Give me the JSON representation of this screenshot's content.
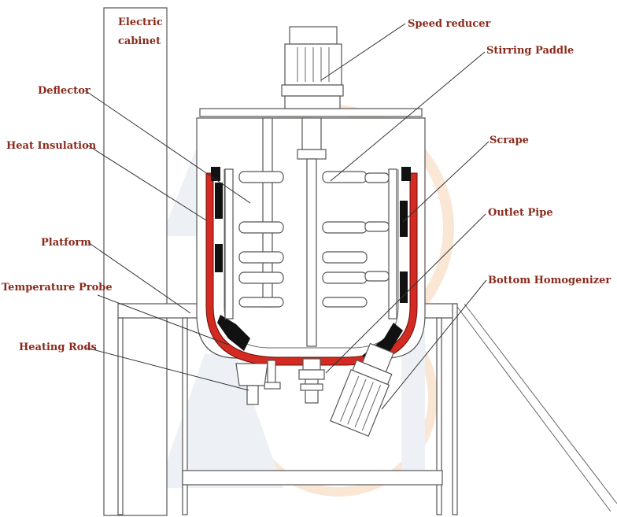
{
  "labels": {
    "electric_cabinet_1": "Electric",
    "electric_cabinet_2": "cabinet",
    "speed_reducer": "Speed reducer",
    "stirring_paddle": "Stirring Paddle",
    "deflector": "Deflector",
    "heat_insulation": "Heat Insulation",
    "scrape": "Scrape",
    "outlet_pipe": "Outlet Pipe",
    "platform": "Platform",
    "temperature_probe": "Temperature Probe",
    "bottom_homogenizer": "Bottom Homogenizer",
    "heating_rods": "Heating Rods"
  },
  "colors": {
    "label_text": "#8a2a1c",
    "heating_jacket": "#d32a22",
    "scraper_block": "#111111",
    "watermark": "#cfd8e4",
    "watermark_ring": "#f6d3b3"
  }
}
